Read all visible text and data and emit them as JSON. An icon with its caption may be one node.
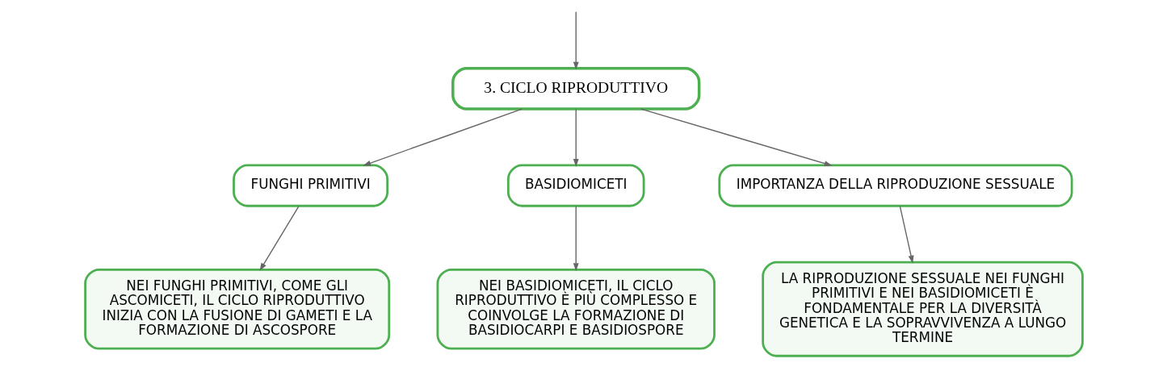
{
  "diagram": {
    "nodes": [
      {
        "text": [
          "3. CICLO RIPRODUTTIVO"
        ]
      },
      {
        "text": [
          "FUNGHI PRIMITIVI"
        ]
      },
      {
        "text": [
          "BASIDIOMICETI"
        ]
      },
      {
        "text": [
          "IMPORTANZA DELLA RIPRODUZIONE SESSUALE"
        ]
      },
      {
        "text": [
          "NEI FUNGHI PRIMITIVI, COME GLI ASCOMICETI, IL CICLO RIPRODUTTIVO INIZIA CON LA FUSIONE DI GAMETI E LA FORMAZIONE DI ASCOSPORE"
        ]
      },
      {
        "text": [
          "NEI BASIDIOMICETI, IL CICLO RIPRODUTTIVO È PIÙ COMPLESSO E COINVOLGE LA FORMAZIONE DI BASIDIOCARPI E BASIDIOSPORE"
        ]
      },
      {
        "text": [
          "LA RIPRODUZIONE SESSUALE NEI FUNGHI PRIMITIVI E NEI BASIDIOMICETI È FONDAMENTALE PER LA DIVERSITÀ GENETICA E LA SOPRAVVIVENZA A LUNGO TERMINE"
        ]
      }
    ],
    "edges": [
      {
        "from": null,
        "to": 0,
        "arrow": "to"
      },
      {
        "from": 0,
        "to": 1,
        "arrow": "to"
      },
      {
        "from": 0,
        "to": 2,
        "arrow": "to"
      },
      {
        "from": 0,
        "to": 3,
        "arrow": "to"
      },
      {
        "from": 1,
        "to": 4,
        "arrow": "to"
      },
      {
        "from": 2,
        "to": 5,
        "arrow": "to"
      },
      {
        "from": 3,
        "to": 6,
        "arrow": "to"
      }
    ]
  }
}
